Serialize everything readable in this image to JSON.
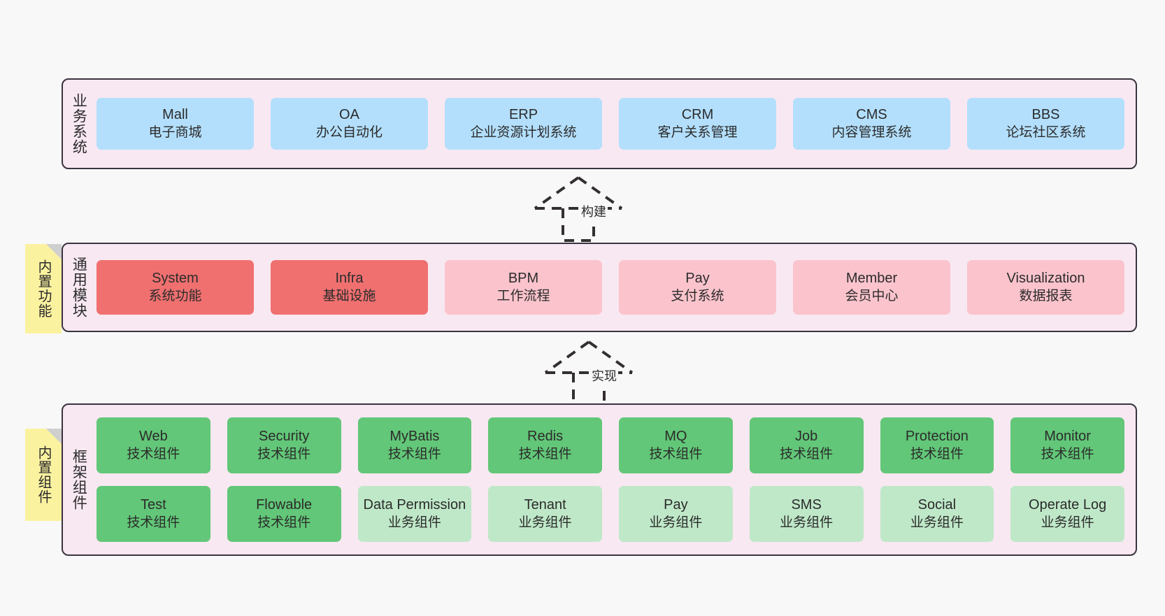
{
  "diagram": {
    "background": "#f8f8f8",
    "colors": {
      "layer_fill": "#f8e8f2",
      "layer_border": "#3a3340",
      "business_cell": "#b3dffc",
      "module_active": "#f07070",
      "module_inactive": "#fbc4cd",
      "framework_tech": "#62c778",
      "framework_business": "#bfe8c8",
      "sticky_note": "#fbf2a0",
      "sticky_fold": "#cfcfcf",
      "text": "#2b2b2b"
    }
  },
  "layers": [
    {
      "id": "business-system",
      "title": "业务系统",
      "rows": [
        [
          {
            "name": "Mall",
            "sub": "电子商城",
            "color": "#b3dffc"
          },
          {
            "name": "OA",
            "sub": "办公自动化",
            "color": "#b3dffc"
          },
          {
            "name": "ERP",
            "sub": "企业资源计划系统",
            "color": "#b3dffc"
          },
          {
            "name": "CRM",
            "sub": "客户关系管理",
            "color": "#b3dffc"
          },
          {
            "name": "CMS",
            "sub": "内容管理系统",
            "color": "#b3dffc"
          },
          {
            "name": "BBS",
            "sub": "论坛社区系统",
            "color": "#b3dffc"
          }
        ]
      ]
    },
    {
      "id": "common-modules",
      "title": "通用模块",
      "rows": [
        [
          {
            "name": "System",
            "sub": "系统功能",
            "color": "#f07070"
          },
          {
            "name": "Infra",
            "sub": "基础设施",
            "color": "#f07070"
          },
          {
            "name": "BPM",
            "sub": "工作流程",
            "color": "#fbc4cd"
          },
          {
            "name": "Pay",
            "sub": "支付系统",
            "color": "#fbc4cd"
          },
          {
            "name": "Member",
            "sub": "会员中心",
            "color": "#fbc4cd"
          },
          {
            "name": "Visualization",
            "sub": "数据报表",
            "color": "#fbc4cd"
          }
        ]
      ]
    },
    {
      "id": "framework-components",
      "title": "框架组件",
      "rows": [
        [
          {
            "name": "Web",
            "sub": "技术组件",
            "color": "#62c778"
          },
          {
            "name": "Security",
            "sub": "技术组件",
            "color": "#62c778"
          },
          {
            "name": "MyBatis",
            "sub": "技术组件",
            "color": "#62c778"
          },
          {
            "name": "Redis",
            "sub": "技术组件",
            "color": "#62c778"
          },
          {
            "name": "MQ",
            "sub": "技术组件",
            "color": "#62c778"
          },
          {
            "name": "Job",
            "sub": "技术组件",
            "color": "#62c778"
          },
          {
            "name": "Protection",
            "sub": "技术组件",
            "color": "#62c778"
          },
          {
            "name": "Monitor",
            "sub": "技术组件",
            "color": "#62c778"
          }
        ],
        [
          {
            "name": "Test",
            "sub": "技术组件",
            "color": "#62c778"
          },
          {
            "name": "Flowable",
            "sub": "技术组件",
            "color": "#62c778"
          },
          {
            "name": "Data Permission",
            "sub": "业务组件",
            "color": "#bfe8c8"
          },
          {
            "name": "Tenant",
            "sub": "业务组件",
            "color": "#bfe8c8"
          },
          {
            "name": "Pay",
            "sub": "业务组件",
            "color": "#bfe8c8"
          },
          {
            "name": "SMS",
            "sub": "业务组件",
            "color": "#bfe8c8"
          },
          {
            "name": "Social",
            "sub": "业务组件",
            "color": "#bfe8c8"
          },
          {
            "name": "Operate Log",
            "sub": "业务组件",
            "color": "#bfe8c8"
          }
        ]
      ]
    }
  ],
  "sticky_notes": [
    {
      "id": "sticky-modules",
      "label": "内置功能"
    },
    {
      "id": "sticky-framework",
      "label": "内置组件"
    }
  ],
  "connectors": [
    {
      "id": "arrow-build",
      "label": "构建",
      "style": "dashed-generalization-up"
    },
    {
      "id": "arrow-impl",
      "label": "实现",
      "style": "dashed-generalization-up"
    }
  ]
}
